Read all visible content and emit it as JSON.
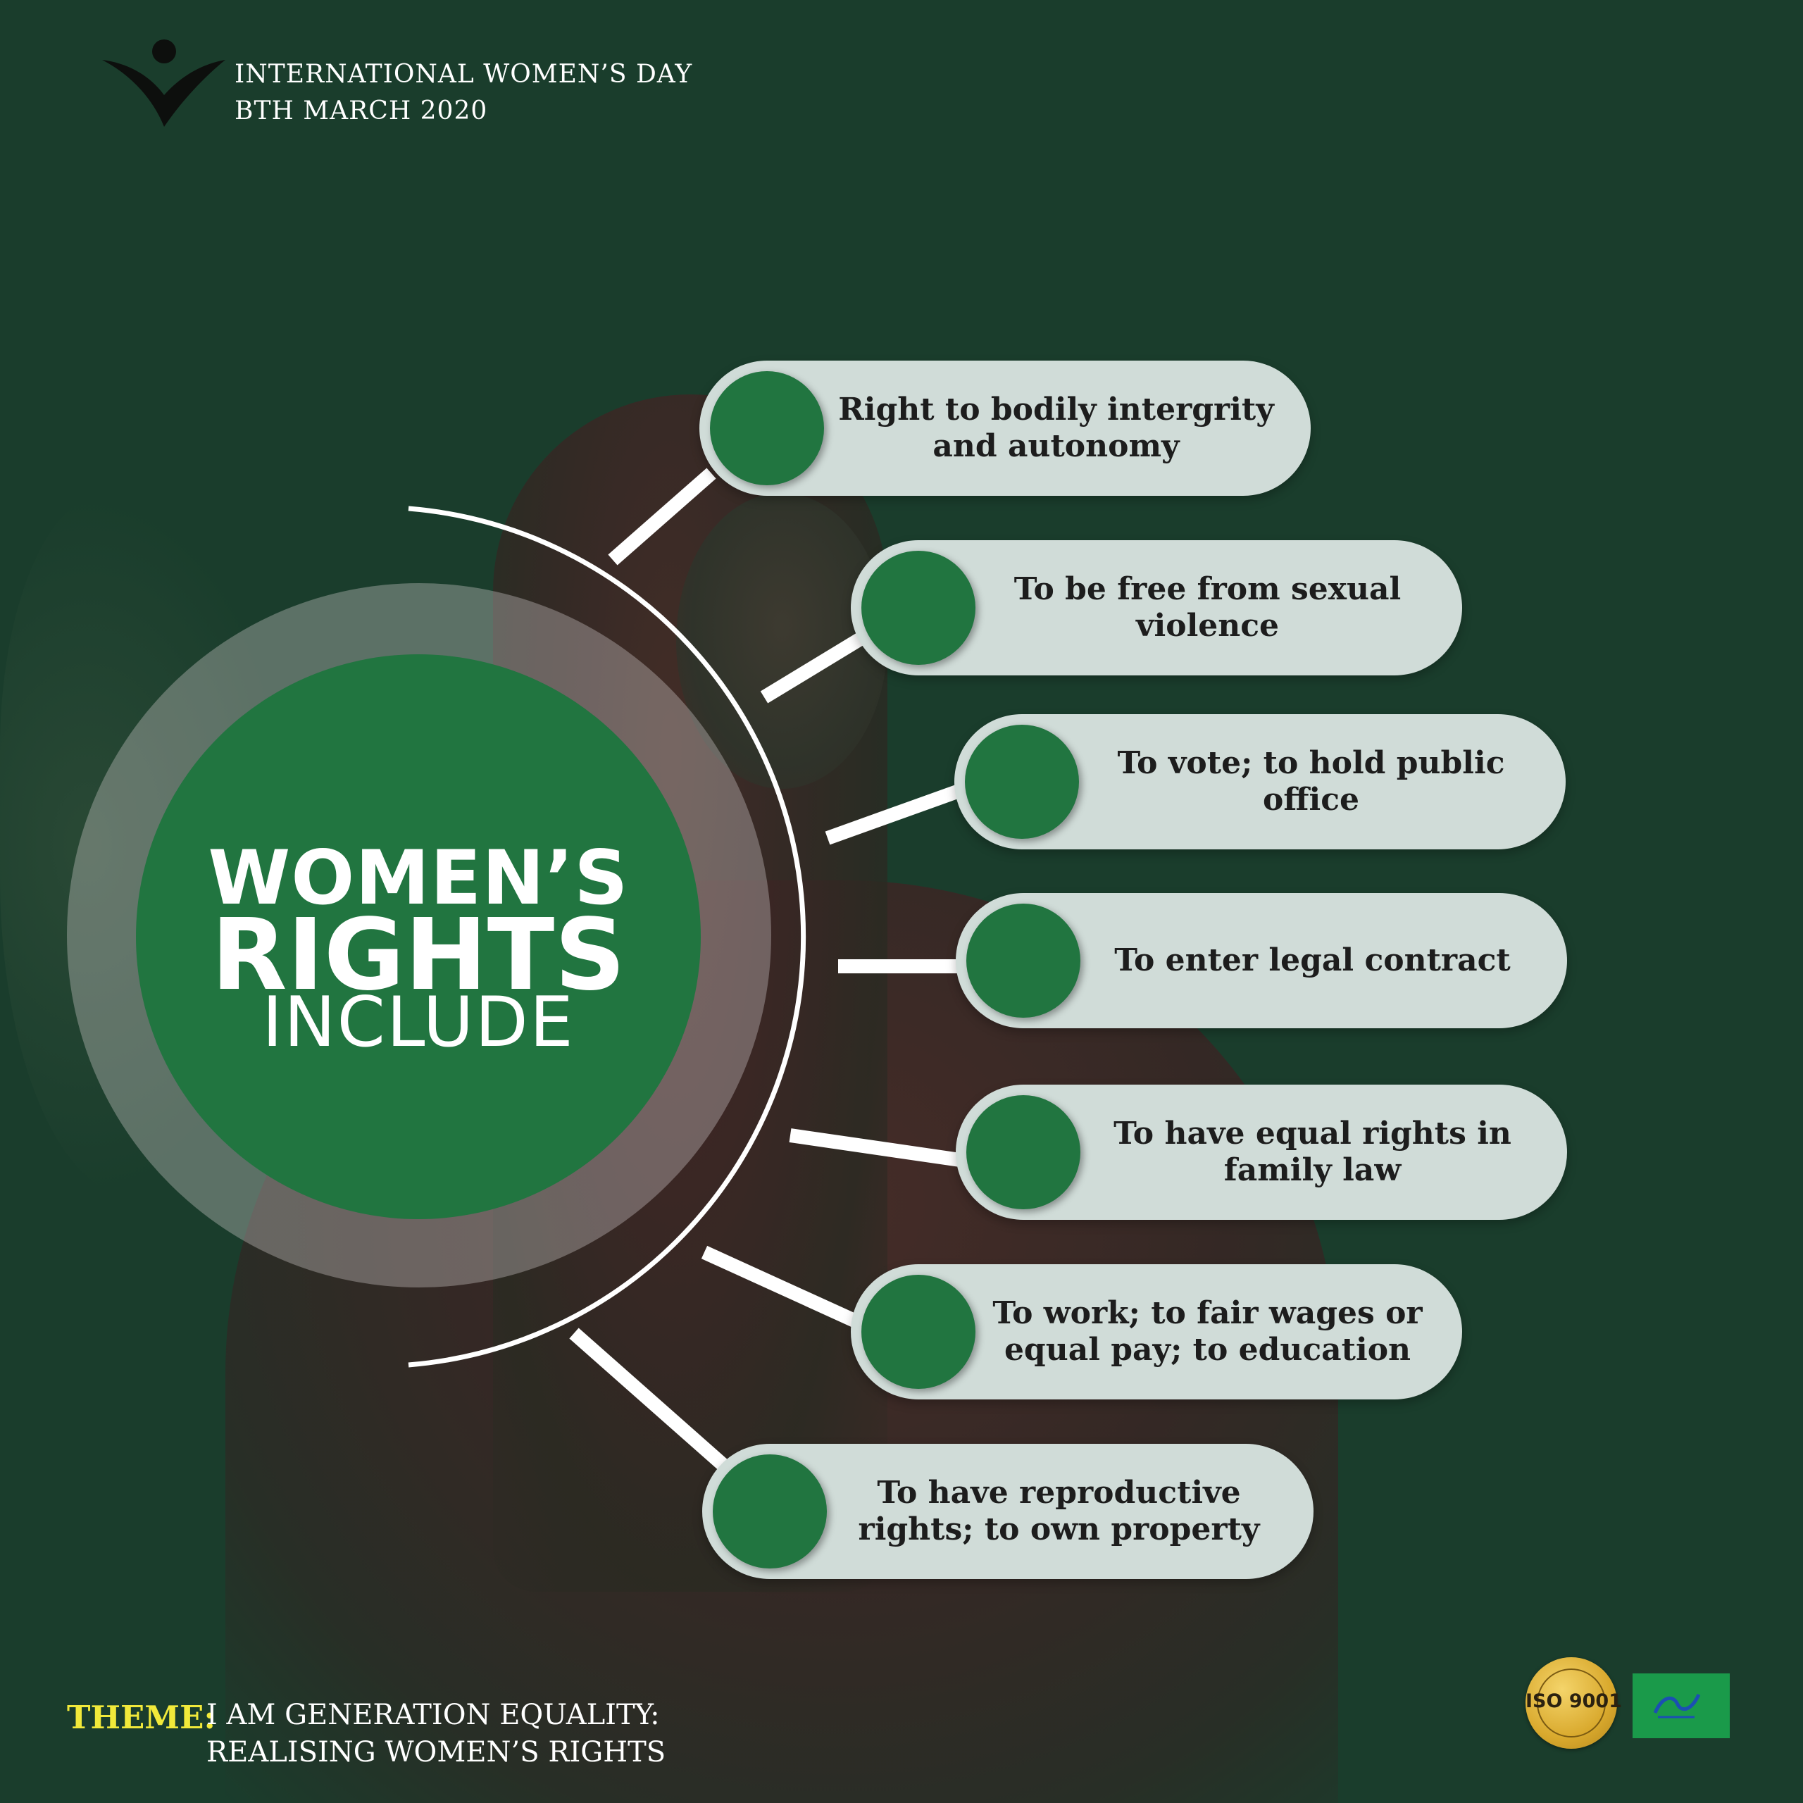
{
  "header": {
    "line1": "INTERNATIONAL WOMEN’S DAY",
    "line2": "BTH MARCH 2020"
  },
  "center": {
    "line1": "WOMEN’S",
    "line2": "RIGHTS",
    "line3": "INCLUDE"
  },
  "rights": [
    {
      "text": "Right to bodily intergrity and autonomy"
    },
    {
      "text": "To be free from sexual violence"
    },
    {
      "text": "To vote; to hold public office"
    },
    {
      "text": "To enter legal contract"
    },
    {
      "text": "To have equal rights in family law"
    },
    {
      "text": "To work; to fair wages or equal pay; to education"
    },
    {
      "text": "To have reproductive rights; to own property"
    }
  ],
  "footer": {
    "theme_label": "THEME:",
    "theme_line1": "I AM GENERATION EQUALITY:",
    "theme_line2": "REALISING WOMEN’S RIGHTS"
  },
  "badges": {
    "iso": "ISO 9001"
  },
  "colors": {
    "background": "#1a3d2c",
    "accent_green": "#217540",
    "pill": "#d0dcd8",
    "theme_yellow": "#f1e93a"
  }
}
